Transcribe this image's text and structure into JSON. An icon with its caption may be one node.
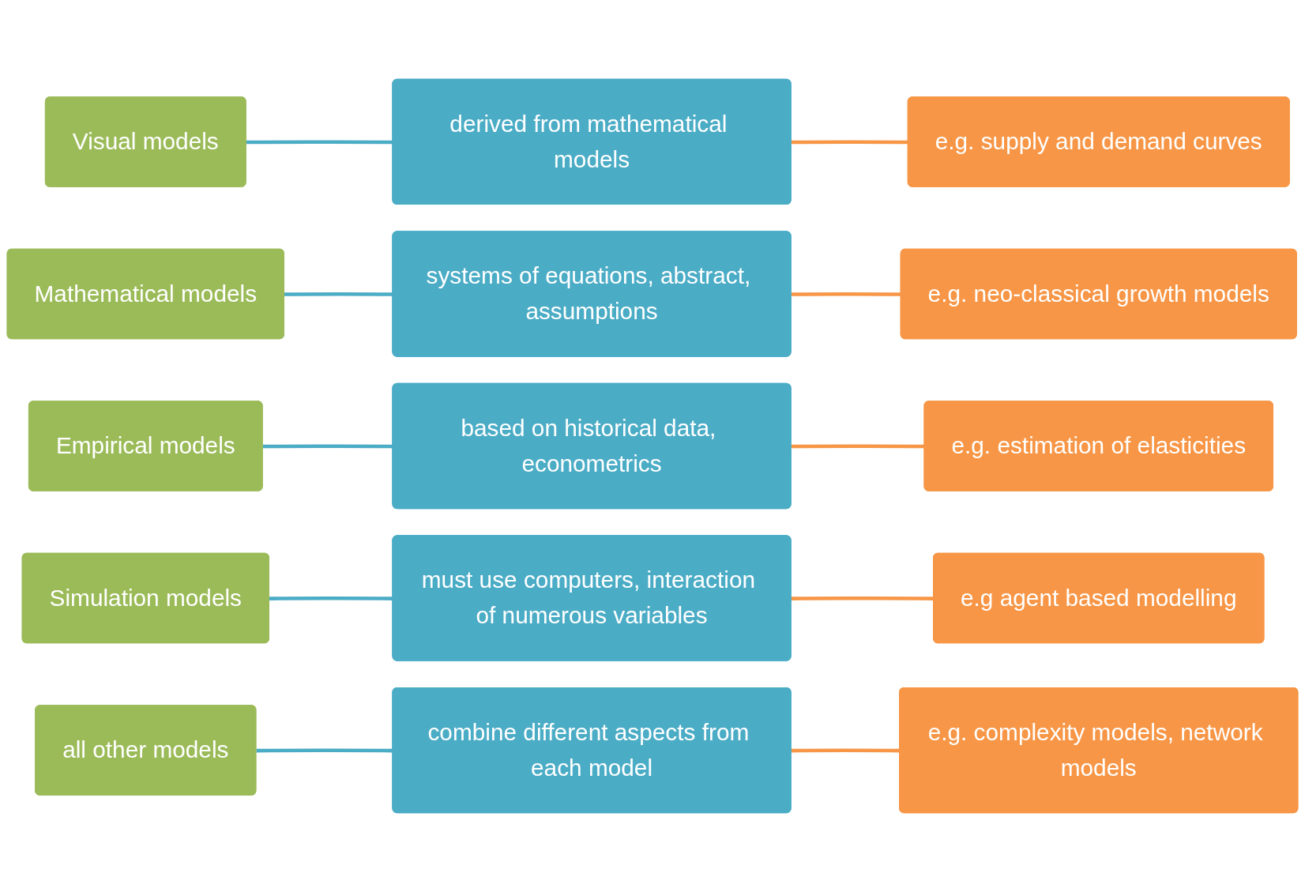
{
  "diagram": {
    "nodes": [
      {
        "text": [
          "Visual models"
        ]
      },
      {
        "text": [
          "derived from mathematical models"
        ]
      },
      {
        "text": [
          "e.g. supply and demand curves"
        ]
      },
      {
        "text": [
          "Mathematical models"
        ]
      },
      {
        "text": [
          "systems of equations, abstract, assumptions"
        ]
      },
      {
        "text": [
          "e.g. neo-classical growth models"
        ]
      },
      {
        "text": [
          "Empirical models"
        ]
      },
      {
        "text": [
          "based on historical data, econometrics"
        ]
      },
      {
        "text": [
          "e.g. estimation of elasticities"
        ]
      },
      {
        "text": [
          "Simulation models"
        ]
      },
      {
        "text": [
          "must use computers, interaction of numerous variables"
        ]
      },
      {
        "text": [
          "e.g agent based modelling"
        ]
      },
      {
        "text": [
          "all other models"
        ]
      },
      {
        "text": [
          "combine different aspects from each model"
        ]
      },
      {
        "text": [
          "e.g. complexity models, network models"
        ]
      }
    ],
    "edges": [
      {
        "from": 0,
        "to": 1,
        "arrow": "none",
        "color": "#4bacc6"
      },
      {
        "from": 1,
        "to": 2,
        "arrow": "none",
        "color": "#f79646"
      },
      {
        "from": 3,
        "to": 4,
        "arrow": "none",
        "color": "#4bacc6"
      },
      {
        "from": 4,
        "to": 5,
        "arrow": "none",
        "color": "#f79646"
      },
      {
        "from": 6,
        "to": 7,
        "arrow": "none",
        "color": "#4bacc6"
      },
      {
        "from": 7,
        "to": 8,
        "arrow": "none",
        "color": "#f79646"
      },
      {
        "from": 9,
        "to": 10,
        "arrow": "none",
        "color": "#4bacc6"
      },
      {
        "from": 10,
        "to": 11,
        "arrow": "none",
        "color": "#f79646"
      },
      {
        "from": 12,
        "to": 13,
        "arrow": "none",
        "color": "#4bacc6"
      },
      {
        "from": 13,
        "to": 14,
        "arrow": "none",
        "color": "#f79646"
      }
    ]
  }
}
